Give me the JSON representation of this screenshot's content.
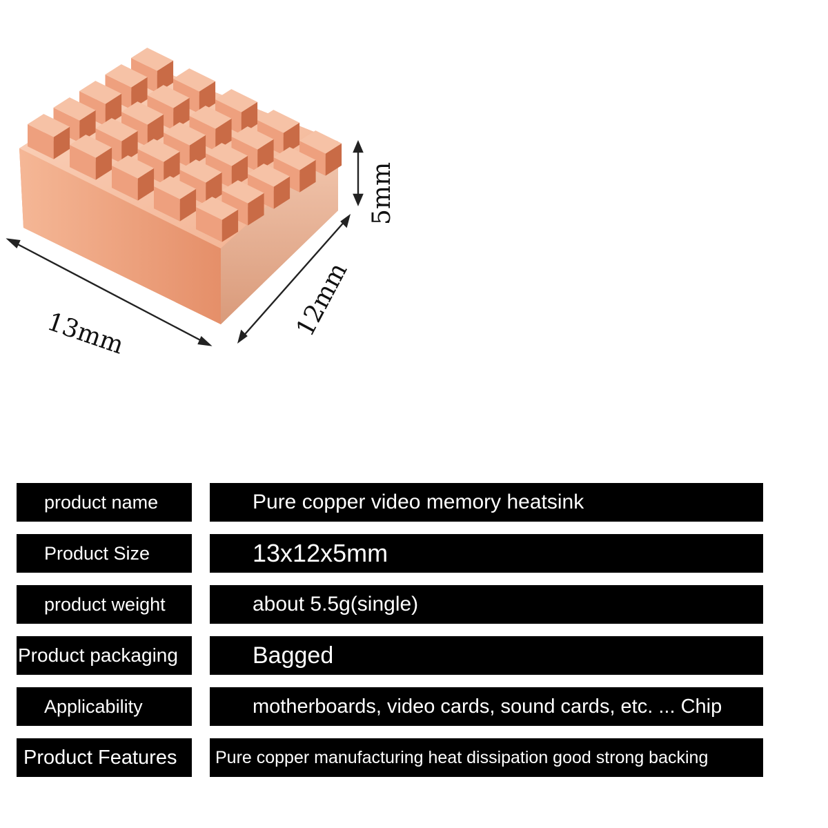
{
  "figure": {
    "dimensions": {
      "width": "13mm",
      "depth": "12mm",
      "height": "5mm"
    },
    "colors": {
      "copper_light": "#f6c2a6",
      "copper_mid": "#eea07e",
      "copper_dark": "#c96b46"
    }
  },
  "specs": [
    {
      "label": "product name",
      "value": "Pure copper video memory heatsink"
    },
    {
      "label": "Product Size",
      "value": "13x12x5mm"
    },
    {
      "label": "product weight",
      "value": "about 5.5g(single)"
    },
    {
      "label": "Product packaging",
      "value": "Bagged"
    },
    {
      "label": "Applicability",
      "value": "motherboards, video cards, sound cards, etc. ... Chip"
    },
    {
      "label": "Product Features",
      "value": "Pure copper manufacturing heat dissipation good strong backing"
    }
  ]
}
